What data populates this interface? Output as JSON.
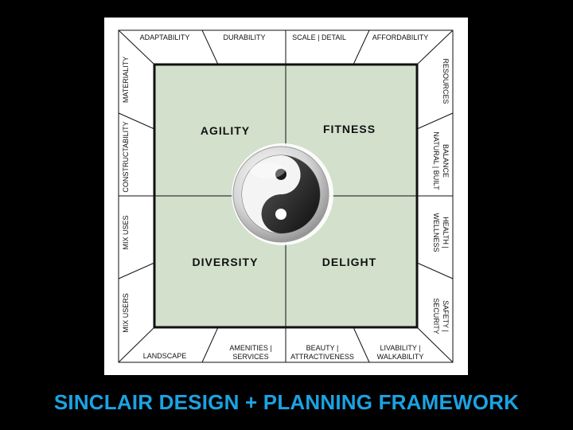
{
  "colors": {
    "background": "#000000",
    "panel": "#ffffff",
    "quadrant_fill": "#d2e0cc",
    "frame": "#111111",
    "title": "#1ba3e3"
  },
  "icon": "yin-yang-icon",
  "quadrants": {
    "top_left": "AGILITY",
    "top_right": "FITNESS",
    "bottom_left": "DIVERSITY",
    "bottom_right": "DELIGHT"
  },
  "top": [
    "ADAPTABILITY",
    "DURABILITY",
    "SCALE | DETAIL",
    "AFFORDABILITY"
  ],
  "bottom": [
    [
      "LANDSCAPE"
    ],
    [
      "AMENITIES |",
      "SERVICES"
    ],
    [
      "BEAUTY |",
      "ATTRACTIVENESS"
    ],
    [
      "LIVABILITY |",
      "WALKABILITY"
    ]
  ],
  "left": [
    "MATERIALITY",
    "CONSTRUCTABILITY",
    "MIX USES",
    "MIX USERS"
  ],
  "right": [
    [
      "RESOURCES"
    ],
    [
      "BALANCE",
      "NATURAL | BUILT"
    ],
    [
      "HEALTH |",
      "WELLNESS"
    ],
    [
      "SAFETY |",
      "SECURITY"
    ]
  ],
  "title": "SINCLAIR DESIGN + PLANNING FRAMEWORK"
}
